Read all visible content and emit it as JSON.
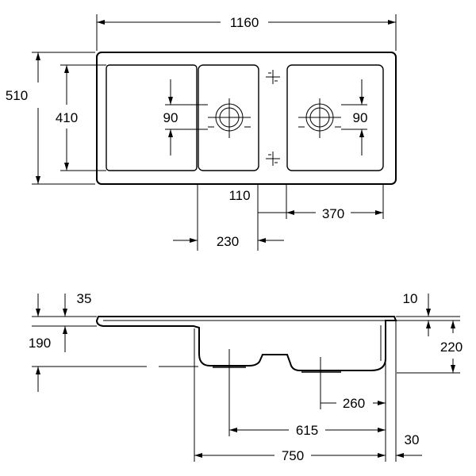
{
  "top_view": {
    "overall_width": "1160",
    "overall_depth": "510",
    "bowl_depth": "410",
    "left_waste_offset": "90",
    "right_waste_offset": "90",
    "divider_width": "110",
    "right_bowl_width": "370",
    "left_bowl_to_center": "230"
  },
  "side_view": {
    "rim_thickness": "35",
    "left_bowl_depth": "190",
    "right_rim_thickness": "10",
    "right_bowl_depth": "220",
    "waste_to_edge": "260",
    "waste_spacing": "615",
    "bowl_span": "750",
    "edge_offset": "30"
  }
}
